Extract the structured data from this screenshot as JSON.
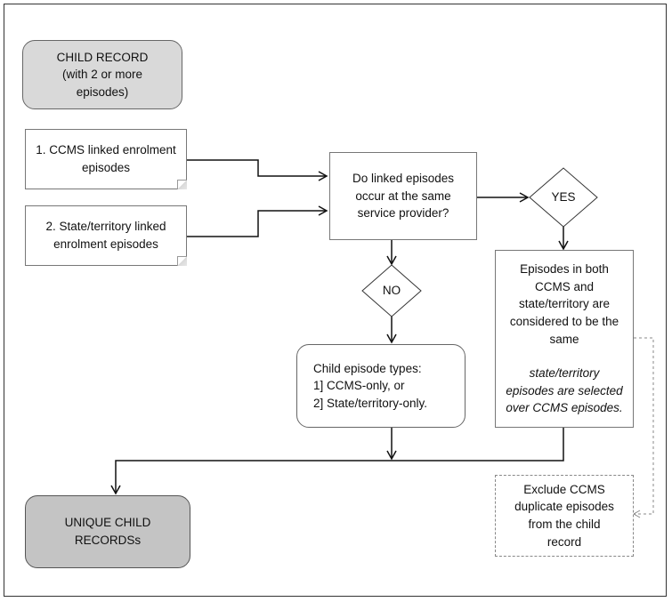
{
  "nodes": {
    "child_record": [
      "CHILD RECORD",
      "(with 2 or more",
      "episodes)"
    ],
    "ccms_linked": [
      "1. CCMS linked enrolment",
      "episodes"
    ],
    "state_linked": [
      "2. State/territory linked",
      "enrolment episodes"
    ],
    "question": [
      "Do linked episodes",
      "occur at the same",
      "service provider?"
    ],
    "yes": "YES",
    "no": "NO",
    "episodes_same": [
      "Episodes in both",
      "CCMS and",
      "state/territory are",
      "considered to be the",
      "same"
    ],
    "episodes_same_note": [
      "state/territory",
      "episodes are selected",
      "over CCMS episodes."
    ],
    "episode_types": [
      "Child episode types:",
      "1] CCMS-only, or",
      "2] State/territory-only."
    ],
    "unique_records": [
      "UNIQUE CHILD",
      "RECORDSs"
    ],
    "exclude": [
      "Exclude CCMS",
      "duplicate episodes",
      "from the child",
      "record"
    ]
  }
}
